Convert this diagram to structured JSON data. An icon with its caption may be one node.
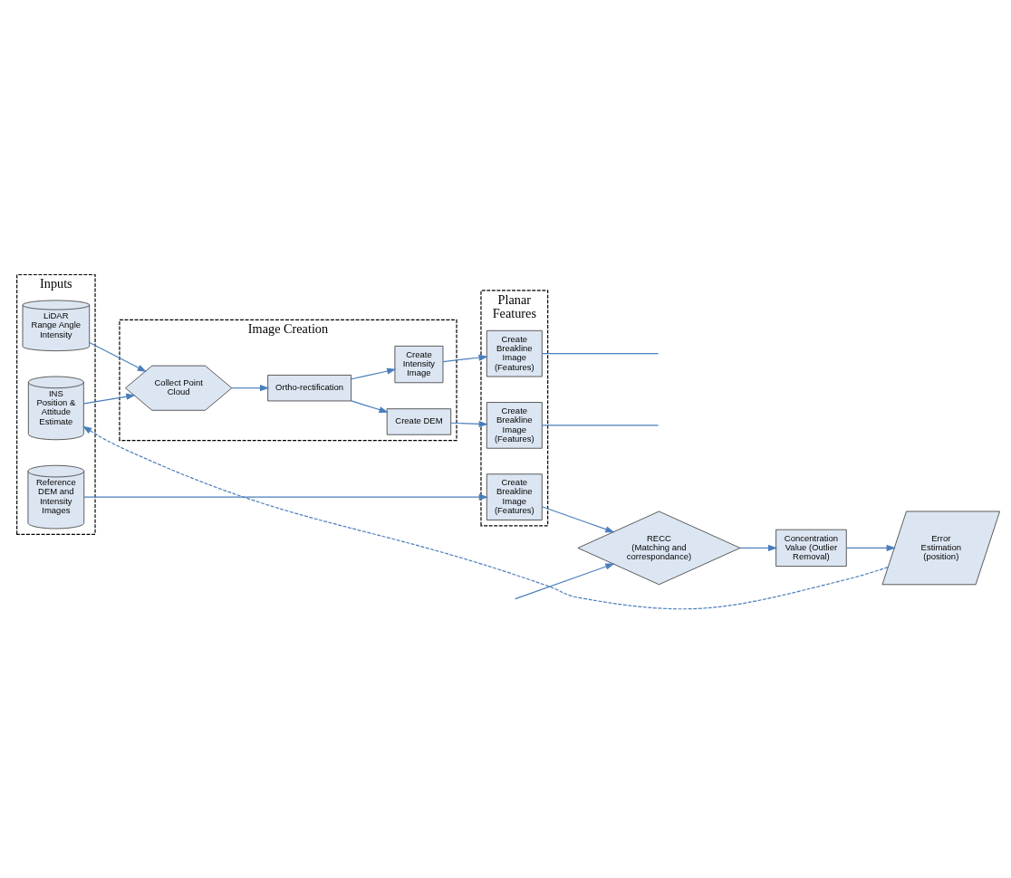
{
  "diagram": {
    "nodes": [
      {
        "text": [
          "Inputs"
        ]
      },
      {
        "text": [
          "LiDAR",
          "Range Angle Intensity"
        ],
        "in": 0
      },
      {
        "text": [
          "INS",
          "Position & Attitude Estimate"
        ],
        "in": 0
      },
      {
        "text": [
          "Reference",
          "DEM and Intensity Images"
        ],
        "in": 0
      },
      {
        "text": [
          "Image Creation"
        ]
      },
      {
        "text": [
          "Collect Point Cloud"
        ],
        "in": 4
      },
      {
        "text": [
          "Create DEM"
        ],
        "in": 4
      },
      {
        "text": [
          "Ortho-rectification"
        ],
        "in": 4
      },
      {
        "text": [
          "Create Intensity Image"
        ],
        "in": 4
      },
      {
        "text": [
          "Planar Features"
        ]
      },
      {
        "text": [
          "Create Breakline Image (Features)"
        ],
        "in": 9
      },
      {
        "text": [
          "Create Breakline Image (Features)"
        ],
        "in": 9
      },
      {
        "text": [
          "Create Breakline Image (Features)"
        ],
        "in": 9
      },
      {
        "text": [
          "RECC",
          "(Matching and correspondance)"
        ]
      },
      {
        "text": [
          "Concentration Value (Outlier Removal)"
        ]
      },
      {
        "text": [
          "Error Estimation (position)"
        ]
      }
    ],
    "edges": [
      {
        "from": 1,
        "to": 5,
        "arrow": "to"
      },
      {
        "from": 2,
        "to": 5,
        "arrow": "to"
      },
      {
        "from": 5,
        "to": 7,
        "arrow": "to"
      },
      {
        "from": 7,
        "to": 6,
        "arrow": "to"
      },
      {
        "from": 7,
        "to": 8,
        "arrow": "to"
      },
      {
        "from": 6,
        "to": 10,
        "arrow": "to"
      },
      {
        "from": 8,
        "to": 11,
        "arrow": "to"
      },
      {
        "from": 3,
        "to": 12,
        "arrow": "to"
      },
      {
        "from": 12,
        "to": 13,
        "arrow": "to"
      },
      {
        "from": 10,
        "to": null,
        "arrow": "none"
      },
      {
        "from": 11,
        "to": null,
        "arrow": "none"
      },
      {
        "from": null,
        "to": 13,
        "arrow": "to"
      },
      {
        "from": 13,
        "to": 14,
        "arrow": "to"
      },
      {
        "from": 14,
        "to": 15,
        "arrow": "to"
      },
      {
        "from": 15,
        "to": 2,
        "arrow": "to",
        "style": "dashed"
      }
    ]
  }
}
